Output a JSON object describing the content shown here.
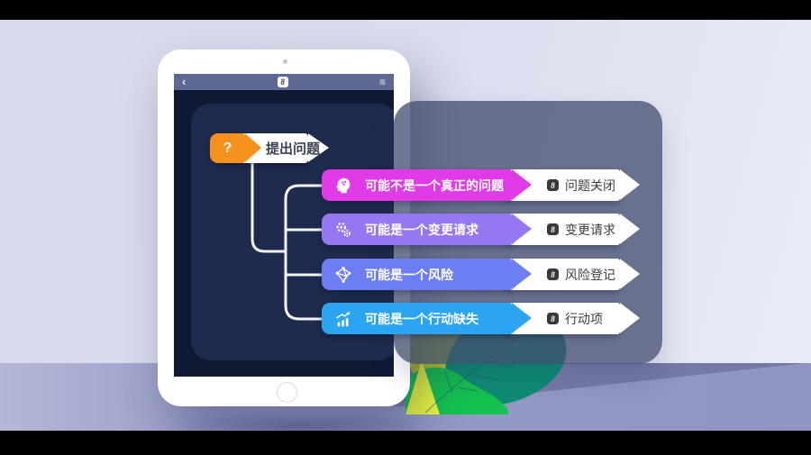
{
  "tablet": {
    "toolbar": {
      "back_glyph": "‹",
      "logo_glyph": "8",
      "menu_glyph": "≡"
    },
    "root": {
      "icon_glyph": "?",
      "label": "提出问题",
      "color": "#f7911d"
    }
  },
  "branches": [
    {
      "icon": "head-brain-icon",
      "label": "可能不是一个真正的问题",
      "badge_glyph": "8",
      "tag": "问题关闭",
      "color": "#e13be7"
    },
    {
      "icon": "gears-icon",
      "label": "可能是一个变更请求",
      "badge_glyph": "8",
      "tag": "变更请求",
      "color": "#9477f1"
    },
    {
      "icon": "network-icon",
      "label": "可能是一个风险",
      "badge_glyph": "8",
      "tag": "风险登记",
      "color": "#6d7ef4"
    },
    {
      "icon": "bar-chart-icon",
      "label": "可能是一个行动缺失",
      "badge_glyph": "8",
      "tag": "行动项",
      "color": "#2ba4f1"
    }
  ],
  "colors": {
    "wall": "#dcdfef",
    "floor": "#9398c4",
    "screen": "#0e1a34",
    "canvas_card": "#1e2b4c",
    "topbar": "#5d6895",
    "panel": "rgba(66,78,110,0.76)",
    "connector": "#f3f5f9",
    "leaf_teal": "#0e8c72",
    "leaf_green": "#14c24f",
    "leaf_yellow_green": "#b7ca2f",
    "leaf_yellow": "#e9fb3c"
  }
}
